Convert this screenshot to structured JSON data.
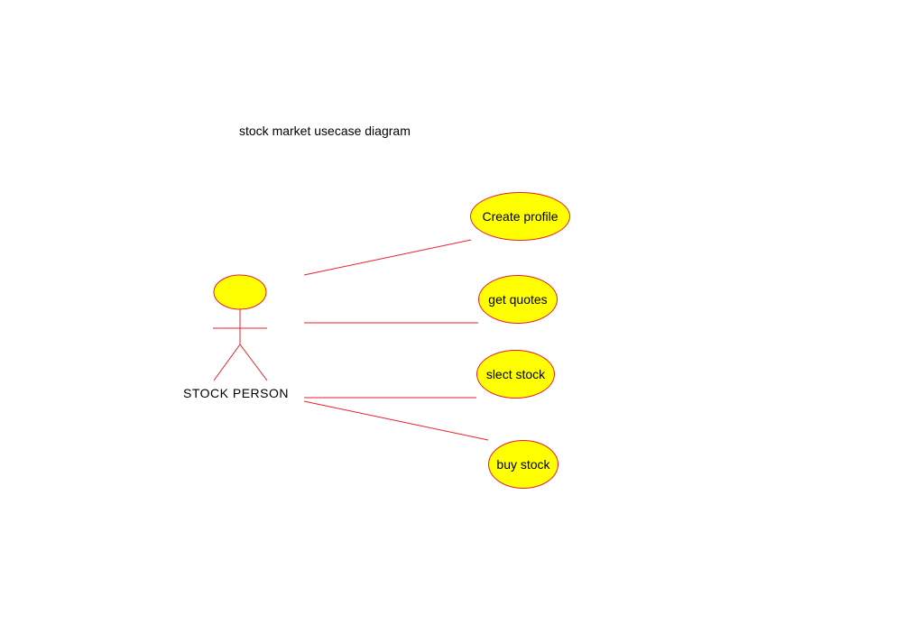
{
  "diagram": {
    "title": "stock market usecase diagram",
    "actor": {
      "label": "STOCK PERSON"
    },
    "use_cases": [
      {
        "label": "Create profile"
      },
      {
        "label": "get quotes"
      },
      {
        "label": "slect stock"
      },
      {
        "label": "buy stock"
      }
    ],
    "colors": {
      "line": "#e8202a",
      "fill": "#ffff00",
      "text": "#000000"
    }
  }
}
